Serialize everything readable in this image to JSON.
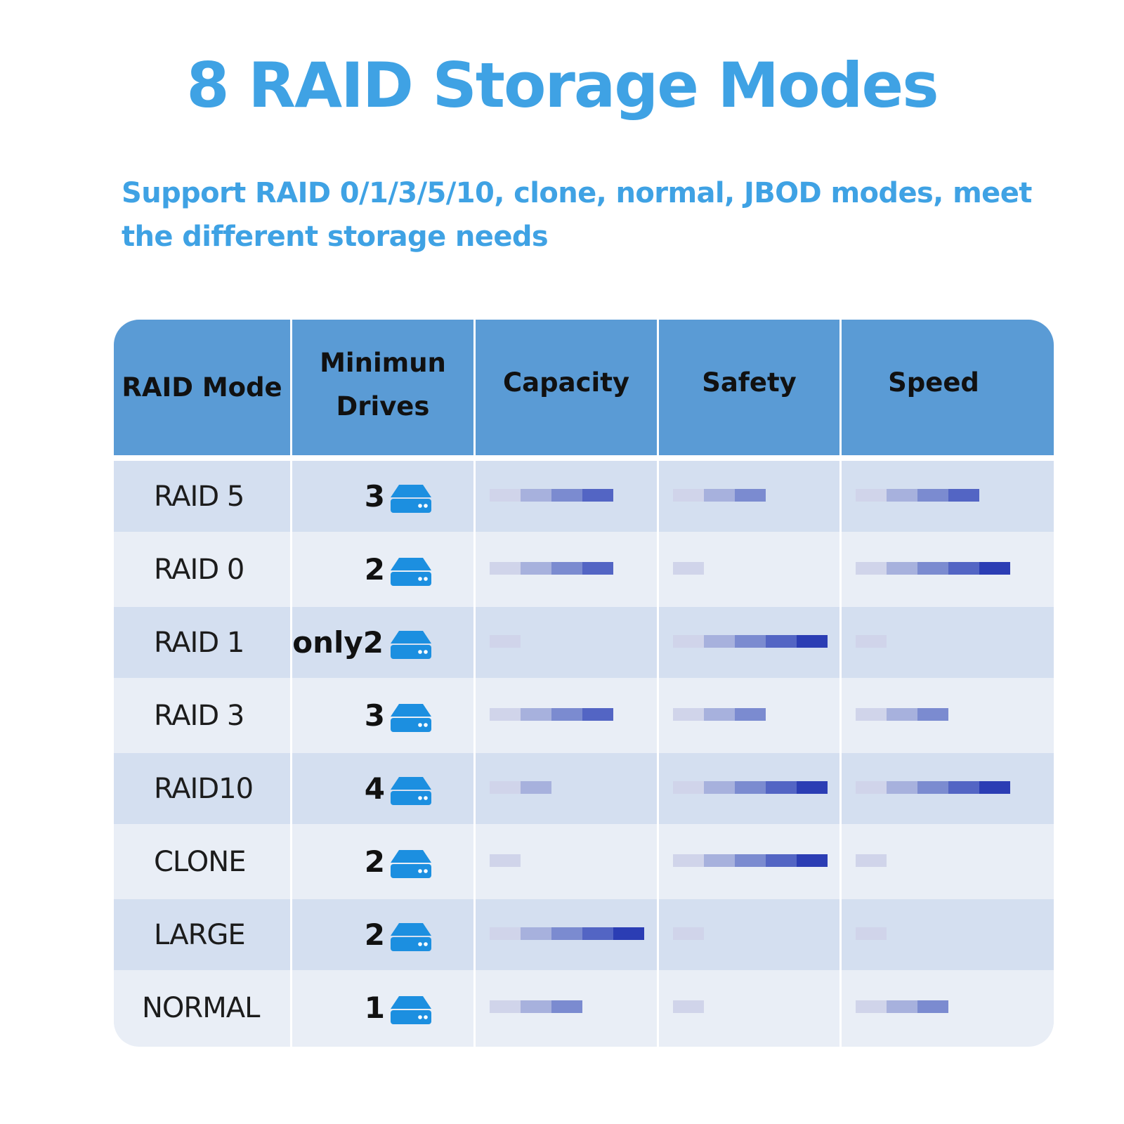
{
  "title": "8 RAID Storage Modes",
  "subtitle": "Support RAID 0/1/3/5/10, clone, normal, JBOD modes, meet the different storage needs",
  "table": {
    "headers": {
      "mode": "RAID Mode",
      "drives_line1": "Minimun",
      "drives_line2": "Drives",
      "capacity": "Capacity",
      "safety": "Safety",
      "speed": "Speed"
    },
    "rows": [
      {
        "mode": "RAID 5",
        "drives": "3",
        "capacity": 4,
        "safety": 3,
        "speed": 4
      },
      {
        "mode": "RAID 0",
        "drives": "2",
        "capacity": 4,
        "safety": 1,
        "speed": 5
      },
      {
        "mode": "RAID 1",
        "drives": "only2",
        "capacity": 1,
        "safety": 5,
        "speed": 1
      },
      {
        "mode": "RAID 3",
        "drives": "3",
        "capacity": 4,
        "safety": 3,
        "speed": 3
      },
      {
        "mode": "RAID10",
        "drives": "4",
        "capacity": 2,
        "safety": 5,
        "speed": 5
      },
      {
        "mode": "CLONE",
        "drives": "2",
        "capacity": 1,
        "safety": 5,
        "speed": 1
      },
      {
        "mode": "LARGE",
        "drives": "2",
        "capacity": 5,
        "safety": 1,
        "speed": 1
      },
      {
        "mode": "NORMAL",
        "drives": "1",
        "capacity": 3,
        "safety": 1,
        "speed": 3
      }
    ],
    "max_level": 5
  },
  "colors": {
    "accent": "#3fa2e4",
    "header_bg": "#5a9bd5",
    "row_dark": "#d4dff0",
    "row_light": "#e9eef6",
    "drive_icon": "#1c8fe0",
    "bar_levels": [
      "#d0d4ea",
      "#a7b1dd",
      "#7b8bd0",
      "#5365c4",
      "#2b3db4"
    ],
    "bar_levels_faded": [
      "#e0e2ee",
      "#b9c0e3",
      "#8c9ad5",
      "#5f70c7",
      "#3748b7"
    ]
  },
  "icons": {
    "drive": "hard-drive-icon"
  }
}
